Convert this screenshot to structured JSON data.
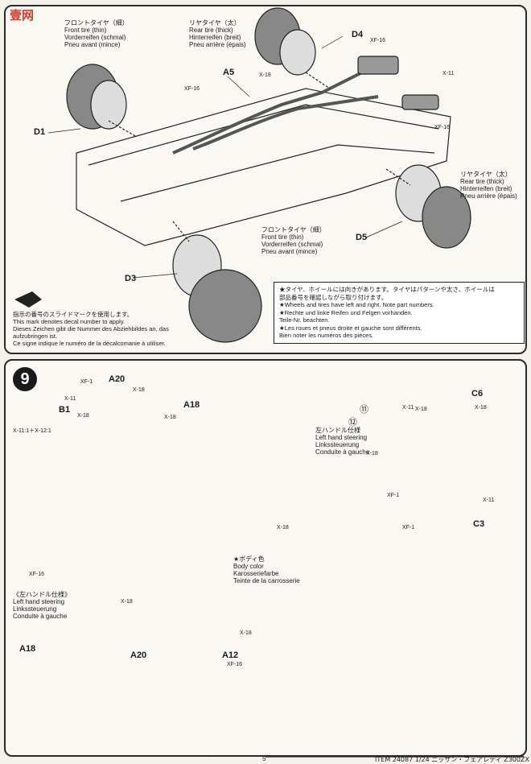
{
  "watermark": "壹网",
  "step8": {
    "front_tire_top": {
      "jp": "フロントタイヤ（細）",
      "en": "Front tire (thin)",
      "de": "Vorderreifen (schmal)",
      "fr": "Pneu avant (mince)"
    },
    "rear_tire_top": {
      "jp": "リヤタイヤ（太）",
      "en": "Rear tire (thick)",
      "de": "Hinterreifen (breit)",
      "fr": "Pneu arrière (épais)"
    },
    "rear_tire_right": {
      "jp": "リヤタイヤ（太）",
      "en": "Rear tire (thick)",
      "de": "Hinterreifen (breit)",
      "fr": "Pneu arrière (épais)"
    },
    "front_tire_bottom": {
      "jp": "フロントタイヤ（細）",
      "en": "Front tire (thin)",
      "de": "Vorderreifen (schmal)",
      "fr": "Pneu avant (mince)"
    },
    "parts": {
      "d1": "D1",
      "d3": "D3",
      "d4": "D4",
      "d5": "D5",
      "a5": "A5"
    },
    "callouts": {
      "xf16_a": "XF-16",
      "x18_a": "X-18",
      "xf16_b": "XF-16",
      "x11_a": "X-11",
      "xf16_c": "XF-16"
    },
    "decal_note": {
      "jp": "指示の番号のスライドマークを使用します。",
      "en": "This mark denotes decal number to apply.",
      "de1": "Dieses Zeichen gibt die Nummer des Abziehbildes an, das",
      "de2": "aufzubringen ist.",
      "fr": "Ce signe indique le numéro de la décalcomanie à utiliser."
    },
    "wheel_note": {
      "jp1": "★タイヤ、ホイールには向きがあります。タイヤはパターンや太さ、ホイールは",
      "jp2": "部品番号を確認しながら取り付けます。",
      "en": "★Wheels and tires have left and right. Note part numbers.",
      "de1": "★Rechte und linke Reifen und Felgen vorhanden.",
      "de2": "Teile-Nr. beachten.",
      "fr1": "★Les roues et pneus droite et gauche sont différents.",
      "fr2": "Bien noter les numéros des pièces."
    }
  },
  "step9": {
    "number": "9",
    "parts": {
      "a20": "A20",
      "b1": "B1",
      "a18": "A18",
      "c6": "C6",
      "c3": "C3",
      "a18b": "A18",
      "a20b": "A20",
      "a12": "A12"
    },
    "callouts": {
      "xf1_a": "XF-1",
      "x18_a": "X-18",
      "x11_a": "X-11",
      "x18_b": "X-18",
      "x18_c": "X-18",
      "mix": "X-11:1＋X-12:1",
      "x18_d": "X-18",
      "x18_e": "X-18",
      "xf16_a": "XF-16",
      "x18_f": "X-18",
      "x11_b": "X-11",
      "x18_g": "X-18",
      "x18_h": "X-18",
      "xf1_b": "XF-1",
      "x11_c": "X-11",
      "xf1_c": "XF-1",
      "x18_i": "X-18",
      "xf16_b": "XF-16"
    },
    "decals": {
      "d11": "⑪",
      "d12": "⑫"
    },
    "lhd_right": {
      "jp": "左ハンドル仕様",
      "en": "Left hand steering",
      "de": "Linkssteuerung",
      "fr": "Conduite à gauche"
    },
    "lhd_left": {
      "jp": "《左ハンドル仕様》",
      "en": "Left hand steering",
      "de": "Linkssteuerung",
      "fr": "Conduite à gauche"
    },
    "body_color": {
      "jp": "★ボディ色",
      "en": "Body color",
      "de": "Karosseriefarbe",
      "fr": "Teinte de la carrosserie"
    }
  },
  "footer": {
    "page": "5",
    "item": "ITEM 24087  1/24  ニッサン・フェアレディ Z300ZX"
  }
}
